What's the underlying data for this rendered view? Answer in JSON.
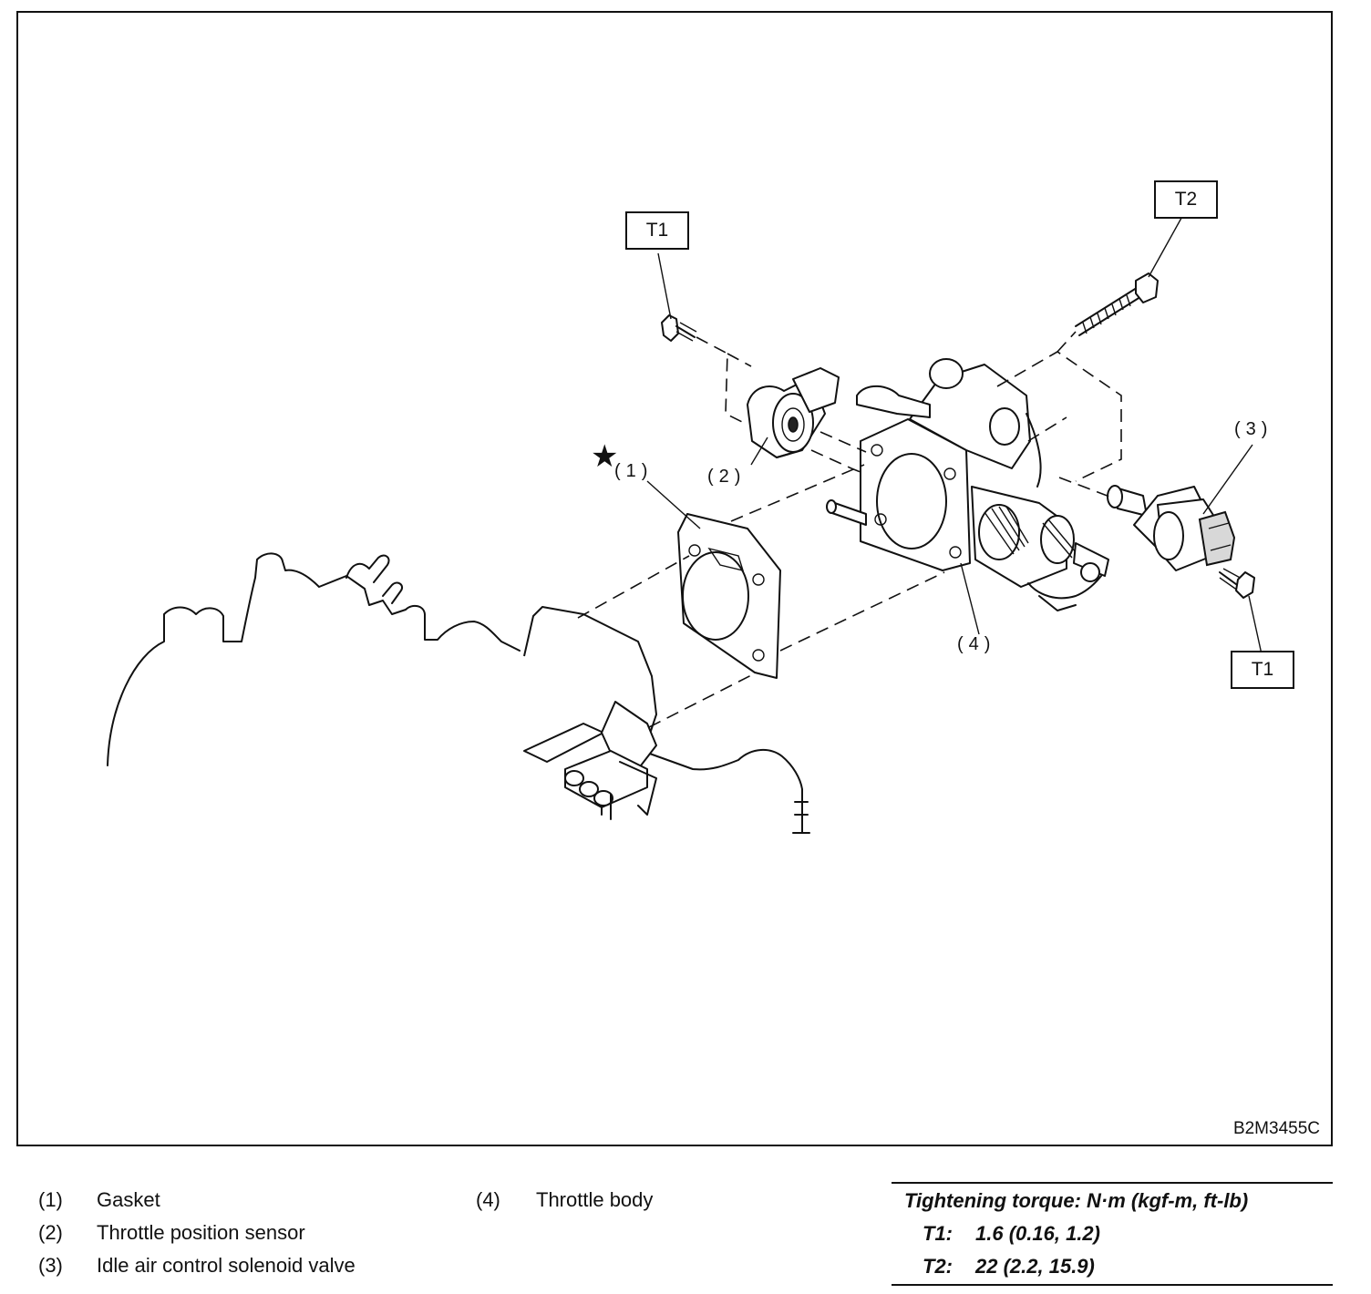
{
  "diagram": {
    "figure_id": "B2M3455C",
    "callouts": [
      "(1)",
      "(2)",
      "(3)",
      "(4)"
    ],
    "torque_marks": {
      "t1_top": "T1",
      "t2_top": "T2",
      "t1_right": "T1"
    },
    "star": "★"
  },
  "legend": {
    "items": [
      {
        "num": "(1)",
        "label": "Gasket"
      },
      {
        "num": "(2)",
        "label": "Throttle position sensor"
      },
      {
        "num": "(3)",
        "label": "Idle air control solenoid valve"
      },
      {
        "num": "(4)",
        "label": "Throttle body"
      }
    ]
  },
  "torque_table": {
    "header": "Tightening torque: N·m (kgf-m, ft-lb)",
    "rows": [
      {
        "key": "T1:",
        "value": "1.6 (0.16, 1.2)"
      },
      {
        "key": "T2:",
        "value": "22 (2.2, 15.9)"
      }
    ]
  }
}
